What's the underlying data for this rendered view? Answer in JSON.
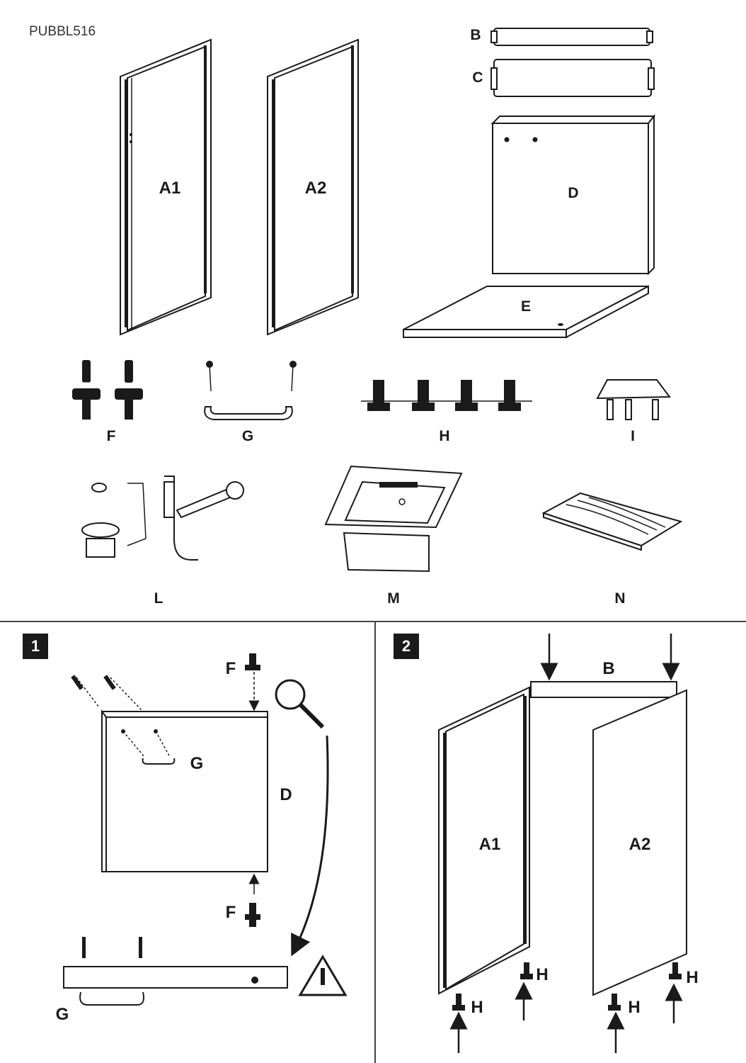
{
  "document": {
    "code": "PUBBL516"
  },
  "parts": {
    "A1": "A1",
    "A2": "A2",
    "B": "B",
    "C": "C",
    "D": "D",
    "E": "E",
    "F": "F",
    "G": "G",
    "H": "H",
    "I": "I",
    "L": "L",
    "M": "M",
    "N": "N"
  },
  "steps": {
    "step1": {
      "number": "1",
      "labels": {
        "F_top": "F",
        "F_bottom": "F",
        "G_top": "G",
        "G_bottom": "G",
        "D": "D"
      }
    },
    "step2": {
      "number": "2",
      "labels": {
        "B": "B",
        "A1": "A1",
        "A2": "A2",
        "H1": "H",
        "H2": "H",
        "H3": "H",
        "H4": "H"
      }
    }
  },
  "icons": [
    "magnifier-icon",
    "warning-triangle-icon",
    "arrow-down-icon",
    "arrow-up-icon"
  ]
}
